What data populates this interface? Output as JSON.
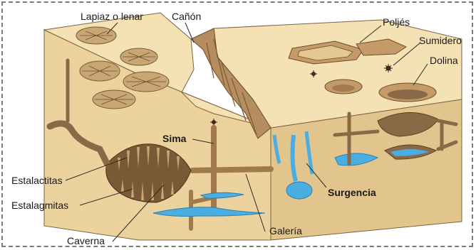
{
  "labels": {
    "lapiaz": "Lapiaz o lenar",
    "canon": "Cañón",
    "poljes": "Poljés",
    "sumidero": "Sumidero",
    "dolina": "Dolina",
    "sima": "Sima",
    "estalactitas": "Estalactitas",
    "estalagmitas": "Estalagmitas",
    "caverna": "Caverna",
    "galeria": "Galería",
    "surgencia": "Surgencia"
  },
  "colors": {
    "surface": "#f3dfae",
    "side_front": "#e9cf98",
    "side_right": "#dcbd80",
    "rock_dark": "#8a6a46",
    "water": "#4aaee0",
    "frame": "#7a7a7a"
  }
}
